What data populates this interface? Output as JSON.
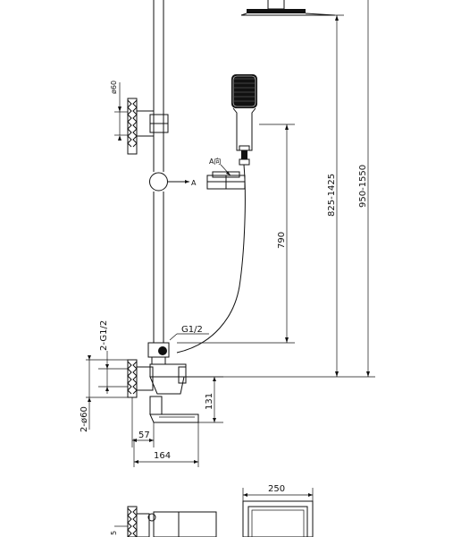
{
  "labels": {
    "diameter_top": "ø60",
    "dim_825_1425": "825-1425",
    "dim_950_1550": "950-1550",
    "dim_790": "790",
    "view_a": "A向",
    "marker_a": "A",
    "g12": "G1/2",
    "g12_2": "2-G1/2",
    "diameter_2": "2-ø60",
    "dim_131": "131",
    "dim_57": "57",
    "dim_164": "164",
    "dim_250": "250",
    "dim_partial_bottom": "5"
  }
}
